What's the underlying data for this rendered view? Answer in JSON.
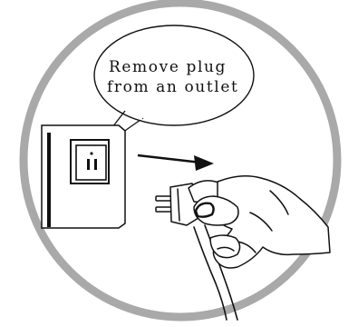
{
  "instruction": {
    "line1": "Remove plug",
    "line2": "from an outlet"
  },
  "icons": {
    "frame": "circle-frame",
    "callout": "speech-bubble",
    "outlet": "wall-outlet-icon",
    "arrow": "pull-direction-arrow-icon",
    "hand": "hand-holding-plug-icon"
  },
  "colors": {
    "ring": "#a9a9a9",
    "line": "#111111",
    "background": "#ffffff"
  }
}
